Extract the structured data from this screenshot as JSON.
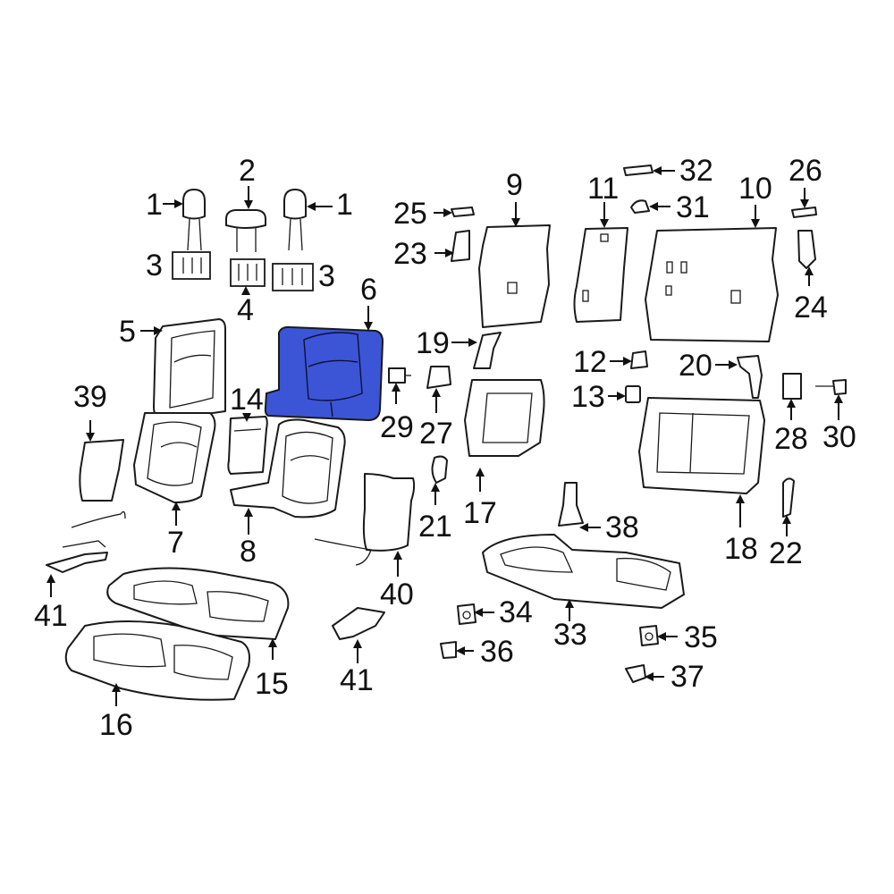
{
  "diagram": {
    "highlight_color": "#3b55d6",
    "callouts": [
      {
        "id": "c1a",
        "label": "1"
      },
      {
        "id": "c1b",
        "label": "1"
      },
      {
        "id": "c2",
        "label": "2"
      },
      {
        "id": "c3a",
        "label": "3"
      },
      {
        "id": "c3b",
        "label": "3"
      },
      {
        "id": "c4",
        "label": "4"
      },
      {
        "id": "c5",
        "label": "5"
      },
      {
        "id": "c6",
        "label": "6"
      },
      {
        "id": "c7",
        "label": "7"
      },
      {
        "id": "c8",
        "label": "8"
      },
      {
        "id": "c9",
        "label": "9"
      },
      {
        "id": "c10",
        "label": "10"
      },
      {
        "id": "c11",
        "label": "11"
      },
      {
        "id": "c12",
        "label": "12"
      },
      {
        "id": "c13",
        "label": "13"
      },
      {
        "id": "c14",
        "label": "14"
      },
      {
        "id": "c15",
        "label": "15"
      },
      {
        "id": "c16",
        "label": "16"
      },
      {
        "id": "c17",
        "label": "17"
      },
      {
        "id": "c18",
        "label": "18"
      },
      {
        "id": "c19",
        "label": "19"
      },
      {
        "id": "c20",
        "label": "20"
      },
      {
        "id": "c21",
        "label": "21"
      },
      {
        "id": "c22",
        "label": "22"
      },
      {
        "id": "c23",
        "label": "23"
      },
      {
        "id": "c24",
        "label": "24"
      },
      {
        "id": "c25",
        "label": "25"
      },
      {
        "id": "c26",
        "label": "26"
      },
      {
        "id": "c27",
        "label": "27"
      },
      {
        "id": "c28",
        "label": "28"
      },
      {
        "id": "c29",
        "label": "29"
      },
      {
        "id": "c30",
        "label": "30"
      },
      {
        "id": "c31",
        "label": "31"
      },
      {
        "id": "c32",
        "label": "32"
      },
      {
        "id": "c33",
        "label": "33"
      },
      {
        "id": "c34",
        "label": "34"
      },
      {
        "id": "c35",
        "label": "35"
      },
      {
        "id": "c36",
        "label": "36"
      },
      {
        "id": "c37",
        "label": "37"
      },
      {
        "id": "c38",
        "label": "38"
      },
      {
        "id": "c39",
        "label": "39"
      },
      {
        "id": "c40",
        "label": "40"
      },
      {
        "id": "c41a",
        "label": "41"
      },
      {
        "id": "c41b",
        "label": "41"
      }
    ]
  }
}
